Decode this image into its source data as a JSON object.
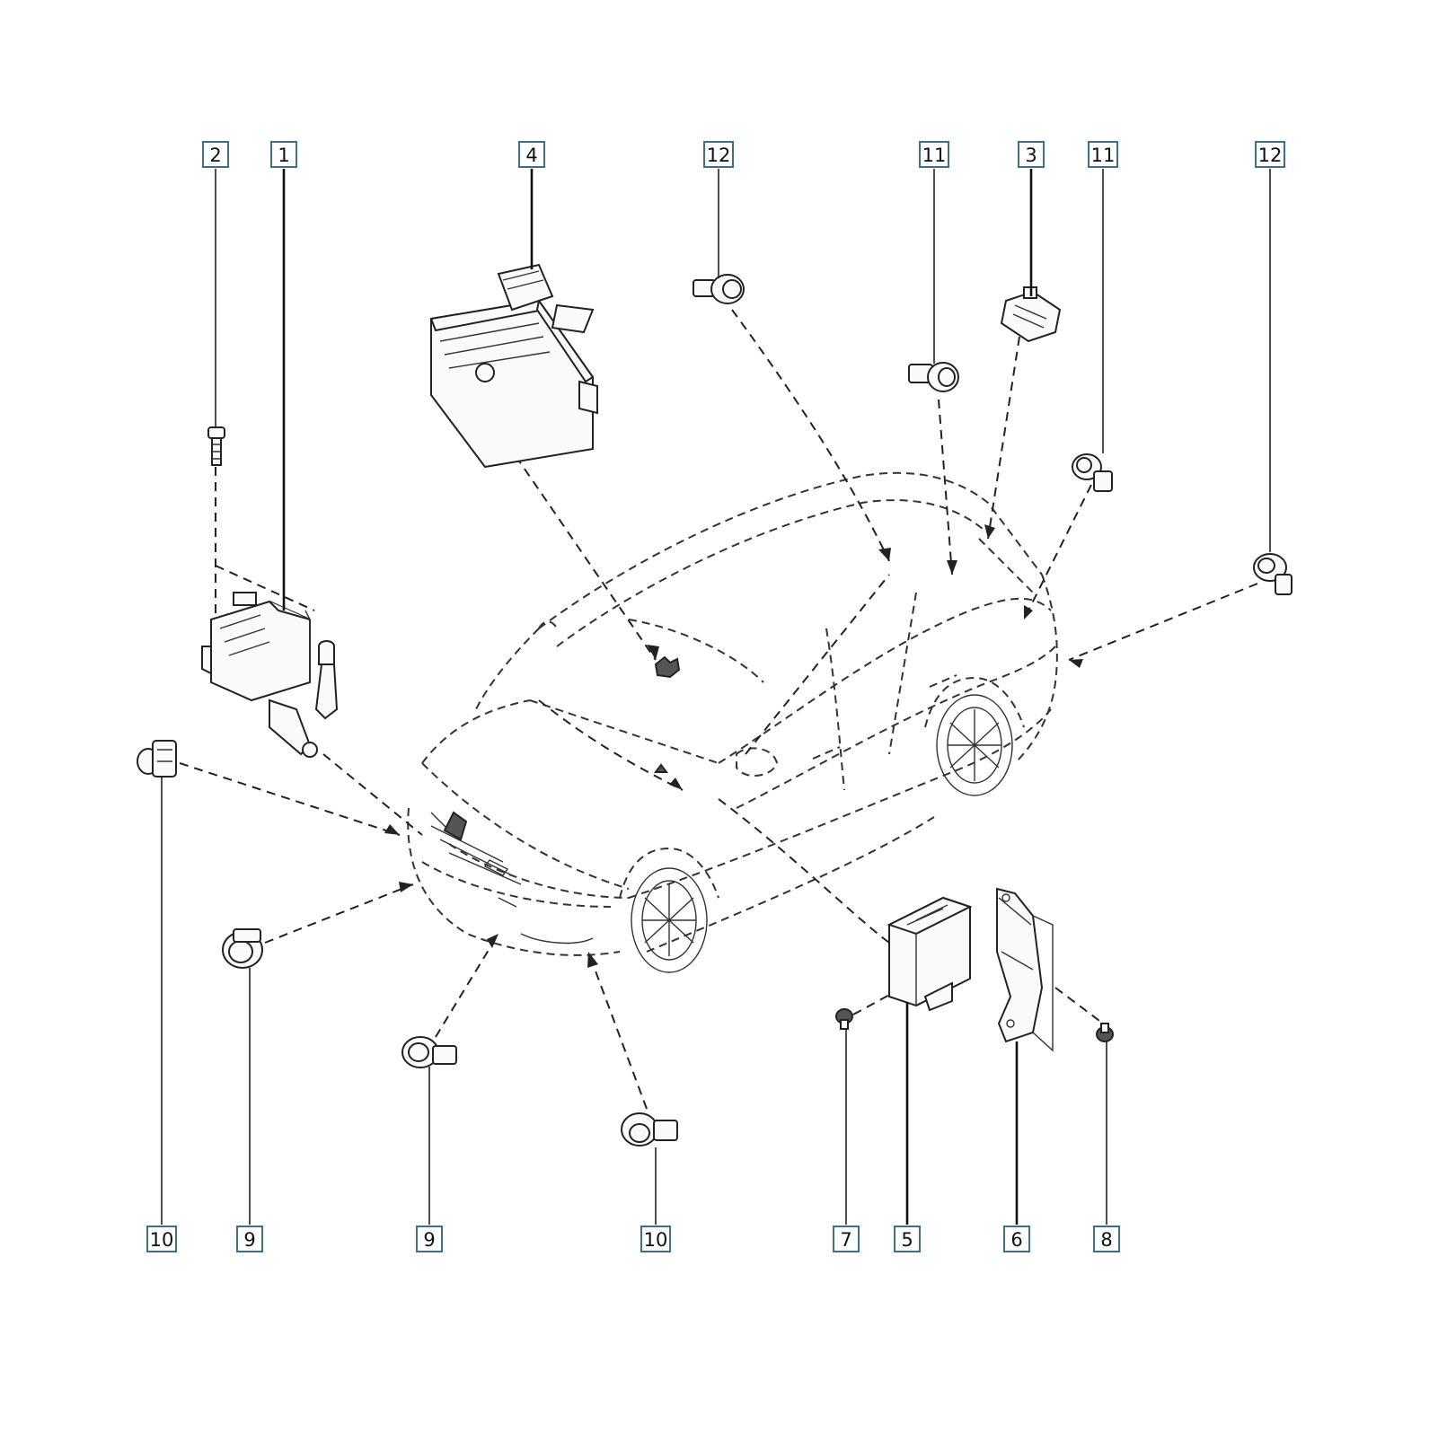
{
  "callouts": {
    "top": [
      "2",
      "1",
      "4",
      "12",
      "11",
      "3",
      "11",
      "12"
    ],
    "bottom": [
      "10",
      "9",
      "9",
      "10",
      "7",
      "5",
      "6",
      "8"
    ]
  }
}
